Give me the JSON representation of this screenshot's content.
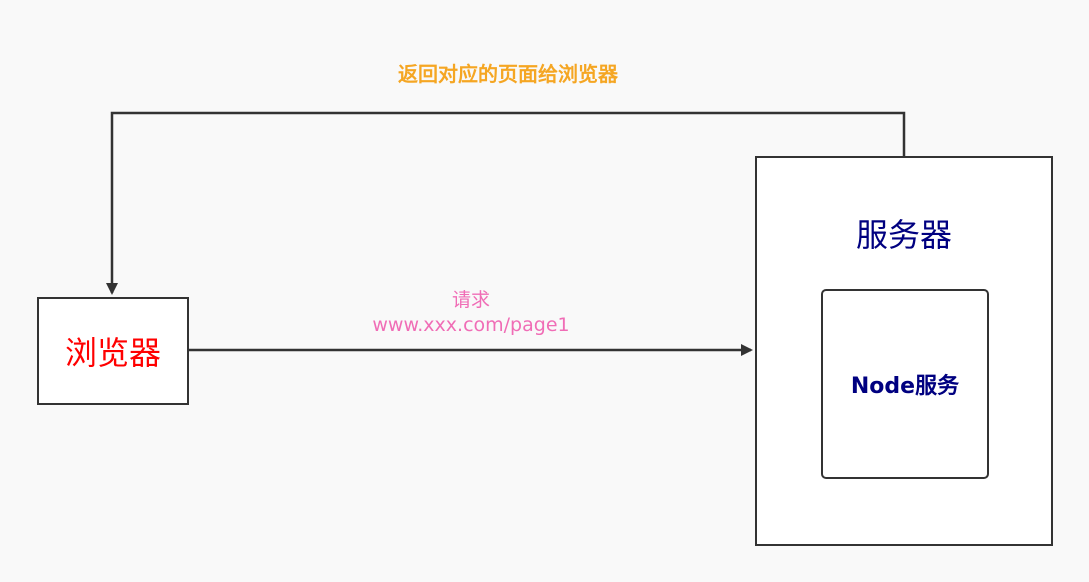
{
  "return_label": "返回对应的页面给浏览器",
  "request": {
    "title": "请求",
    "url": "www.xxx.com/page1"
  },
  "browser": {
    "label": "浏览器"
  },
  "server": {
    "label": "服务器",
    "node_label": "Node服务"
  },
  "colors": {
    "return_label": "#f5a623",
    "request_text": "#f06db6",
    "browser_text": "#ff0000",
    "server_text": "#000080",
    "line": "#333333",
    "background": "#f9f9f9"
  }
}
